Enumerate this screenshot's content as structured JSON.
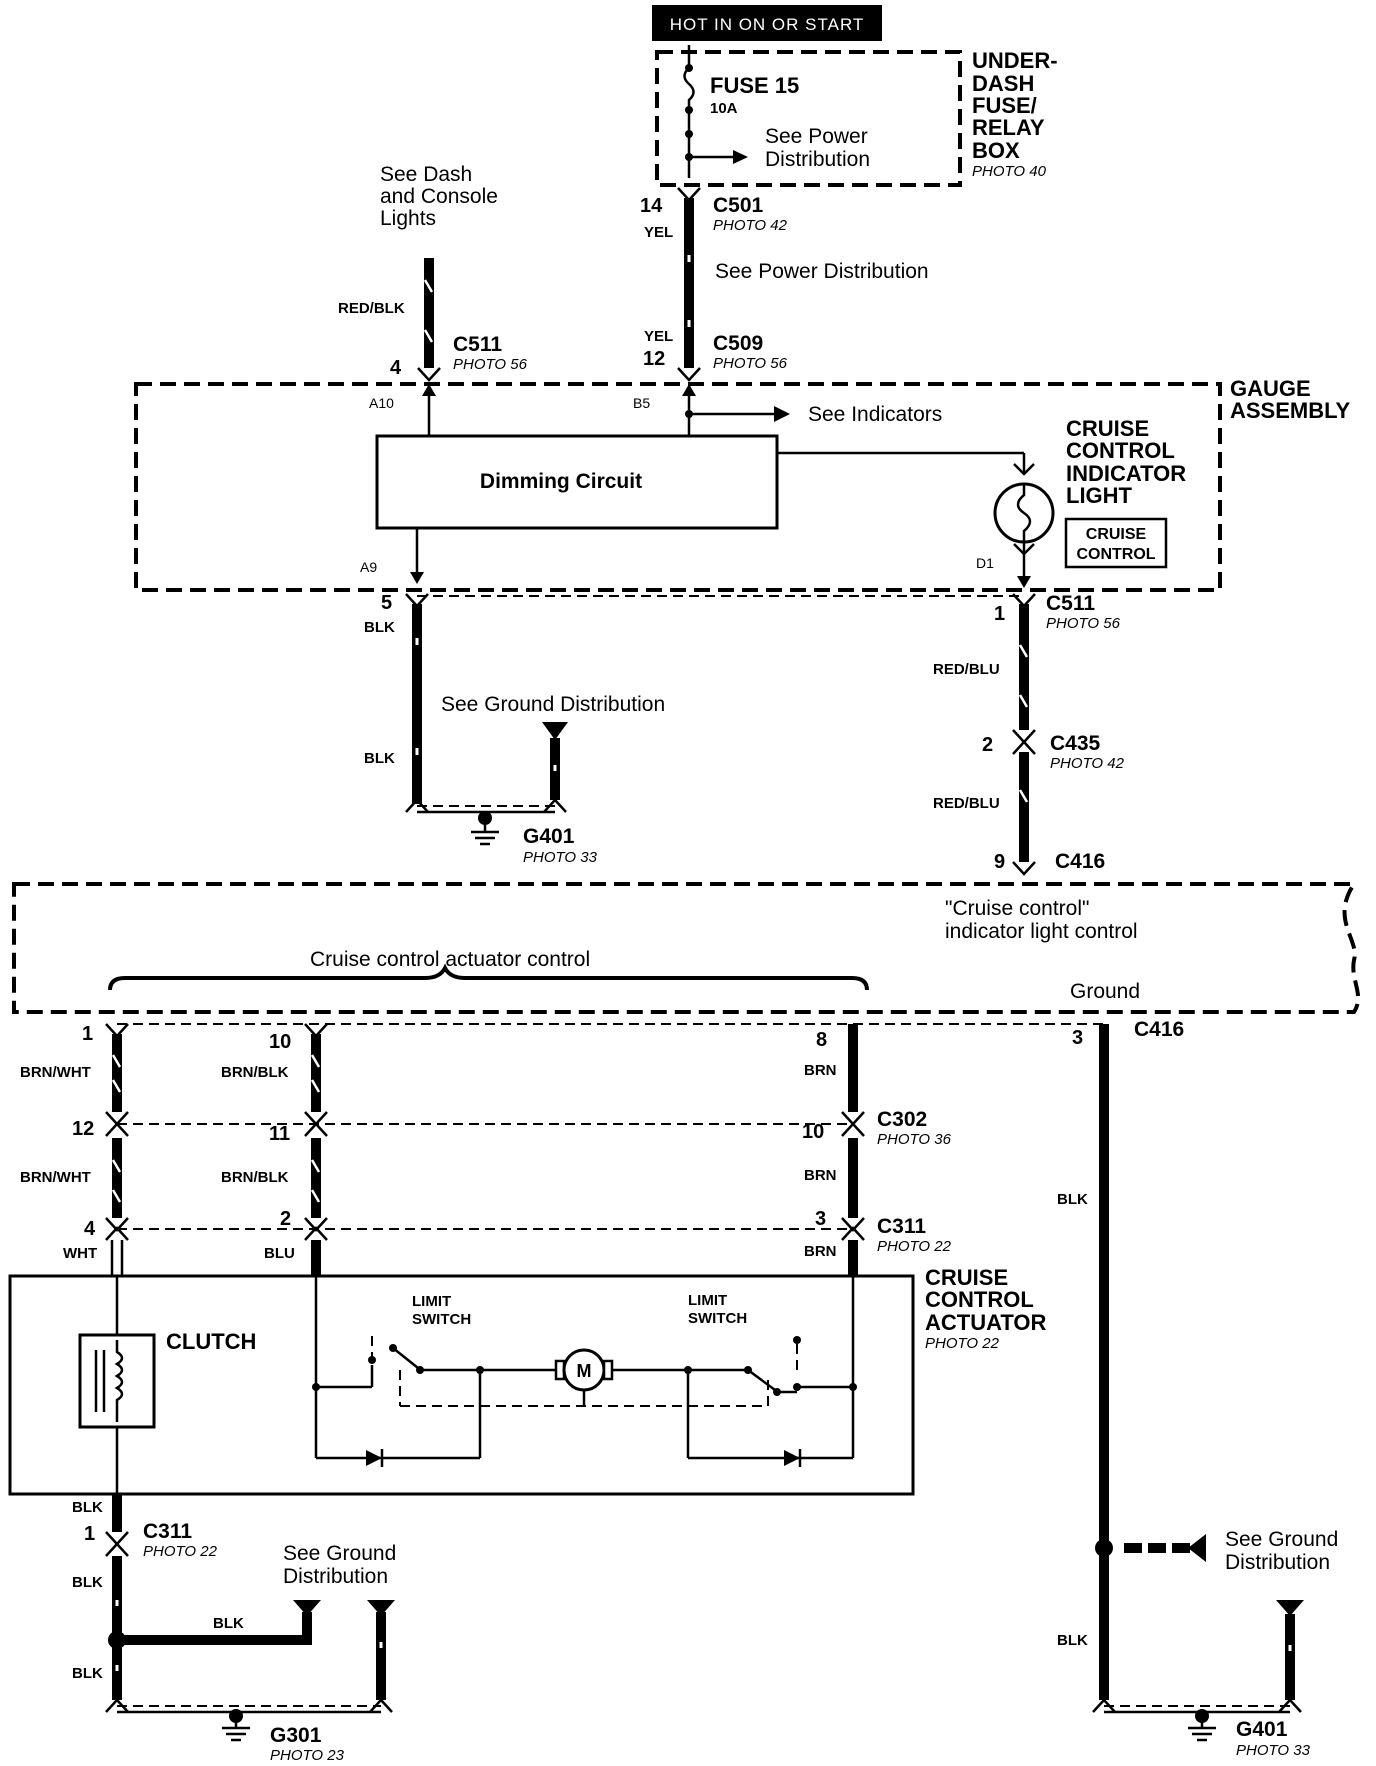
{
  "header": {
    "hot_label": "HOT IN ON OR START"
  },
  "fuse_box": {
    "fuse": "FUSE 15",
    "rating": "10A",
    "see": [
      "See Power",
      "Distribution"
    ],
    "name": [
      "UNDER-",
      "DASH",
      "FUSE/",
      "RELAY",
      "BOX"
    ],
    "photo": "PHOTO 40"
  },
  "refs": {
    "dash_lights": [
      "See Dash",
      "and Console",
      "Lights"
    ],
    "power_dist": "See Power Distribution",
    "indicators": "See Indicators",
    "ground_dist": "See Ground Distribution",
    "ground_dist_2": [
      "See Ground",
      "Distribution"
    ]
  },
  "gauge": {
    "name": [
      "GAUGE",
      "ASSEMBLY"
    ],
    "dimming": "Dimming Circuit",
    "light_name": [
      "CRUISE",
      "CONTROL",
      "INDICATOR",
      "LIGHT"
    ],
    "light_box": [
      "CRUISE",
      "CONTROL"
    ],
    "pins": {
      "a10": "A10",
      "b5": "B5",
      "a9": "A9",
      "d1": "D1"
    }
  },
  "pcm": {
    "indicator_ctrl": [
      "\"Cruise control\"",
      "indicator light control"
    ],
    "actuator_ctrl": "Cruise control actuator control",
    "ground": "Ground"
  },
  "actuator": {
    "name": [
      "CRUISE",
      "CONTROL",
      "ACTUATOR"
    ],
    "photo": "PHOTO 22",
    "clutch": "CLUTCH",
    "limit_left": [
      "LIMIT",
      "SWITCH"
    ],
    "limit_right": [
      "LIMIT",
      "SWITCH"
    ],
    "motor": "M"
  },
  "connectors": {
    "c501": "C501",
    "c501_photo": "PHOTO 42",
    "c509": "C509",
    "c509_photo": "PHOTO 56",
    "c511": "C511",
    "c511_photo": "PHOTO 56",
    "c511b": "C511",
    "c511b_photo": "PHOTO 56",
    "c435": "C435",
    "c435_photo": "PHOTO 42",
    "c416": "C416",
    "c416b": "C416",
    "c302": "C302",
    "c302_photo": "PHOTO 36",
    "c311": "C311",
    "c311_photo": "PHOTO 22",
    "c311b": "C311",
    "c311b_photo": "PHOTO 22",
    "g401": "G401",
    "g401_photo": "PHOTO 33",
    "g401b": "G401",
    "g401b_photo": "PHOTO 33",
    "g301": "G301",
    "g301_photo": "PHOTO 23"
  },
  "pins": {
    "p14": "14",
    "p12": "12",
    "p4": "4",
    "p5": "5",
    "p1": "1",
    "p2": "2",
    "p9": "9",
    "r1": "1",
    "r10": "10",
    "r8": "8",
    "r3": "3",
    "s12": "12",
    "s11": "11",
    "s10": "10",
    "u4": "4",
    "u2": "2",
    "u3": "3",
    "b1": "1"
  },
  "wires": {
    "yel1": "YEL",
    "yel2": "YEL",
    "redblk": "RED/BLK",
    "blk1": "BLK",
    "blk2": "BLK",
    "redblu1": "RED/BLU",
    "redblu2": "RED/BLU",
    "brnwht1": "BRN/WHT",
    "brnwht2": "BRN/WHT",
    "wht": "WHT",
    "brnblk1": "BRN/BLK",
    "brnblk2": "BRN/BLK",
    "blu": "BLU",
    "brn1": "BRN",
    "brn2": "BRN",
    "brn3": "BRN",
    "blk_r": "BLK",
    "blk_r2": "BLK",
    "blk_c1": "BLK",
    "blk_c2": "BLK",
    "blk_c3": "BLK",
    "blk_c4": "BLK"
  }
}
